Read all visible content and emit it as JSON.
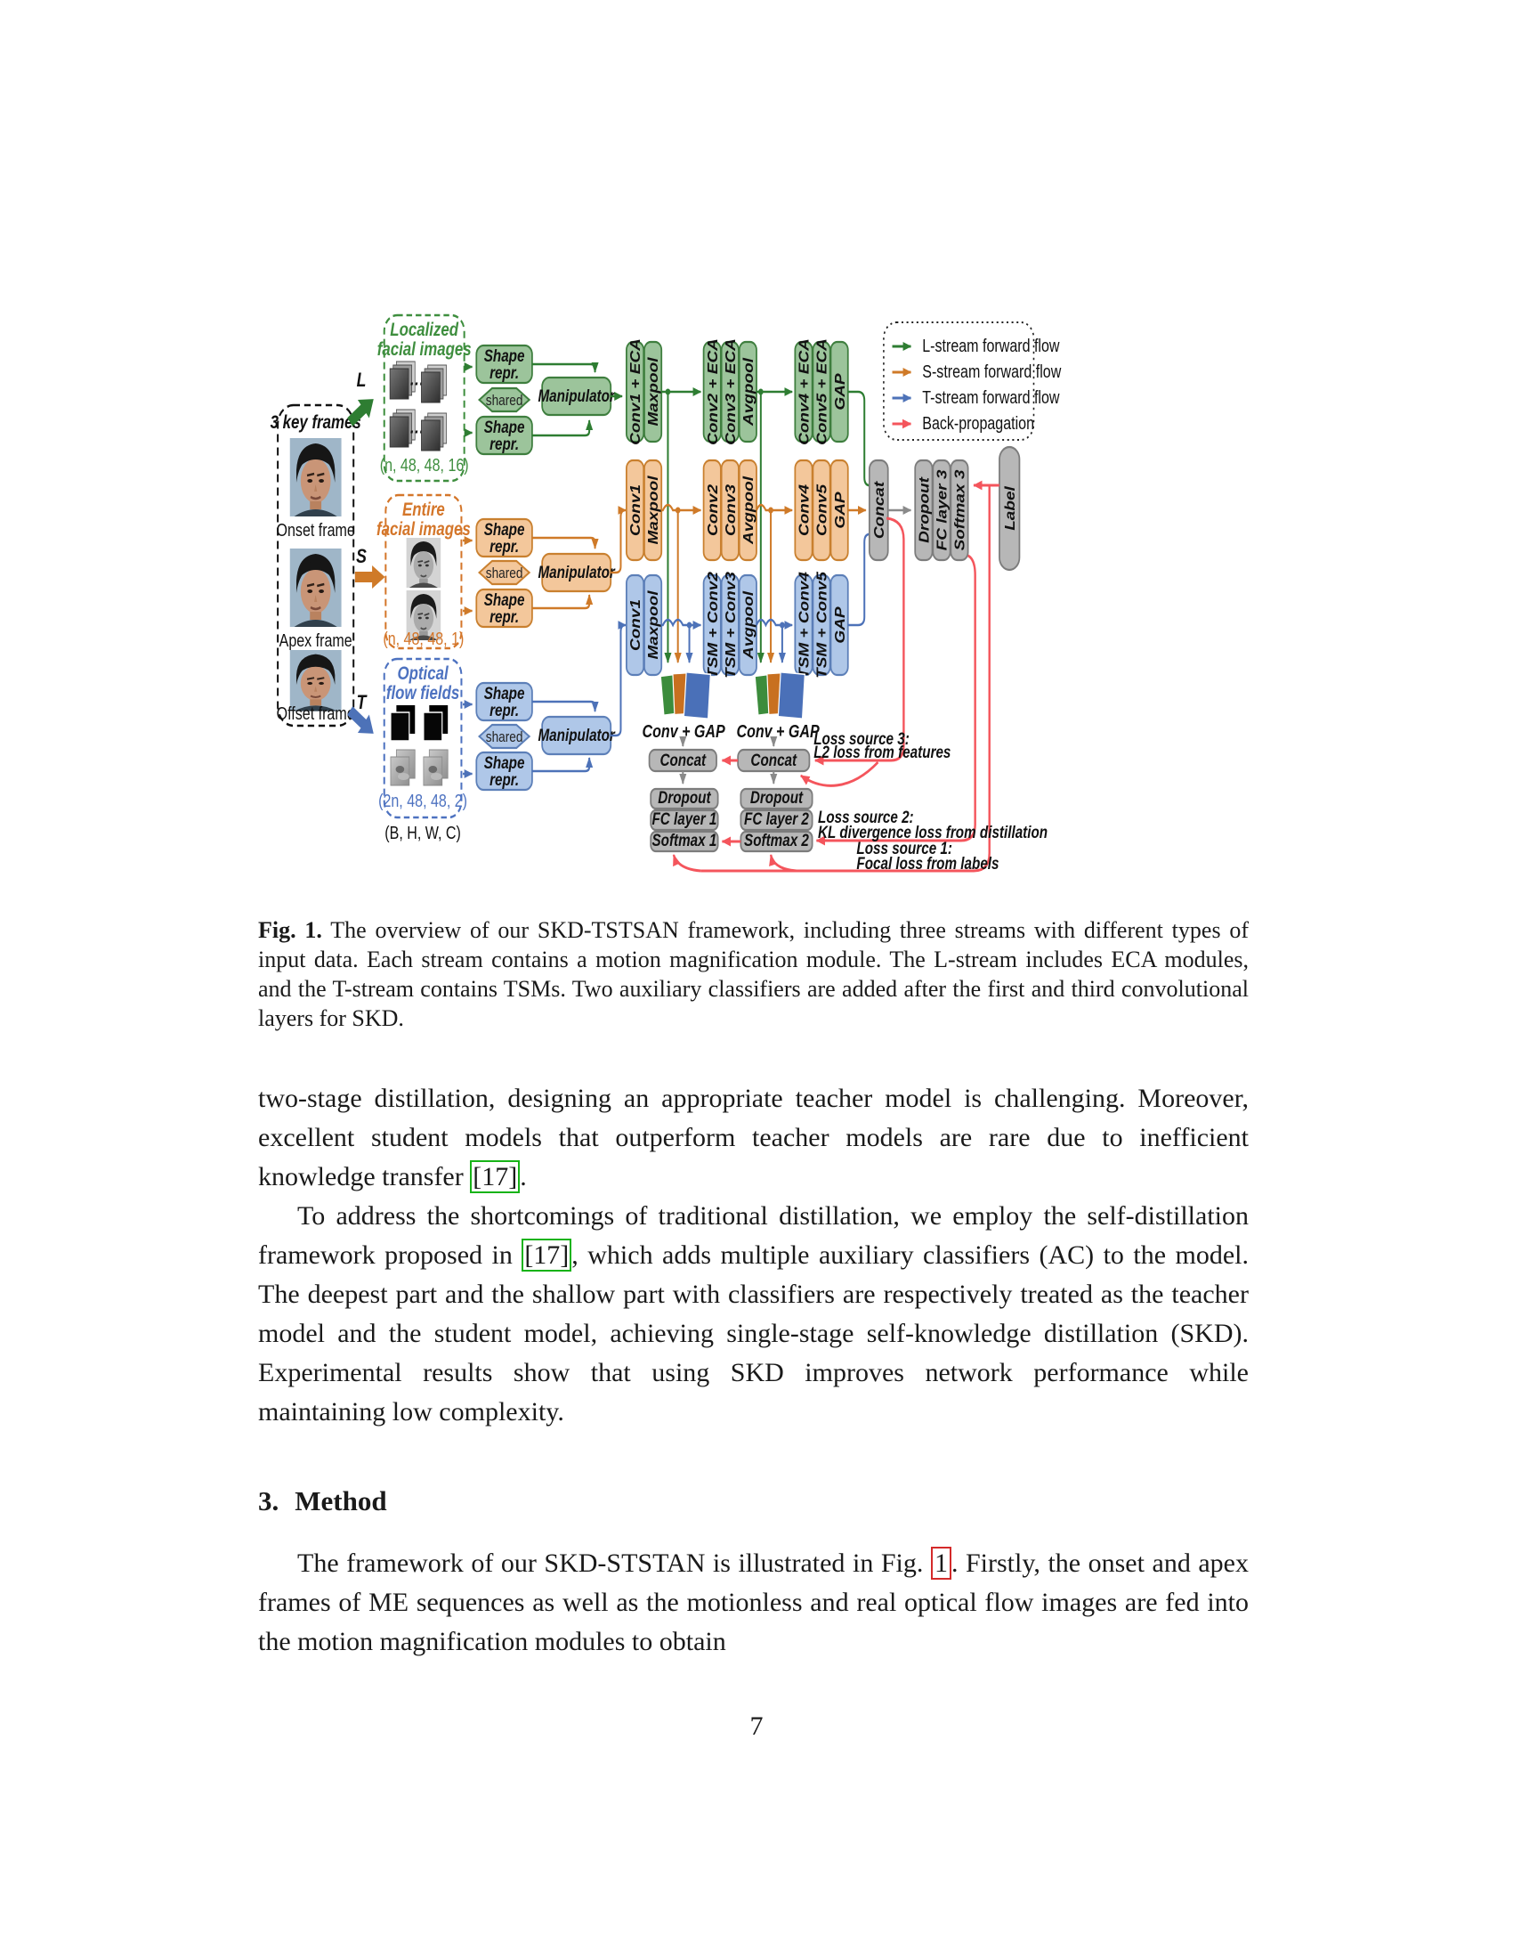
{
  "figure": {
    "keyframes": {
      "title": "3 key frames",
      "captions": [
        "Onset frame",
        "Apex frame",
        "Offset frame"
      ]
    },
    "streams": {
      "l": "L",
      "s": "S",
      "t": "T"
    },
    "localized": {
      "title1": "Localized",
      "title2": "facial images",
      "dims": "(n, 48, 48, 16)",
      "dots": "···"
    },
    "entire": {
      "title1": "Entire",
      "title2": "facial images",
      "dims": "(n, 48, 48, 1)"
    },
    "optical": {
      "title1": "Optical",
      "title2": "flow fields",
      "dims": "(2n, 48, 48, 2)"
    },
    "bhwc": "(B, H, W, C)",
    "shape1": "Shape",
    "shape2": "repr.",
    "shared": "shared",
    "manipulator": "Manipulator",
    "l_cols": [
      "Conv1 + ECA",
      "Maxpool",
      "Conv2 + ECA",
      "Conv3 + ECA",
      "Avgpool",
      "Conv4 + ECA",
      "Conv5 + ECA",
      "GAP"
    ],
    "s_cols": [
      "Conv1",
      "Maxpool",
      "Conv2",
      "Conv3",
      "Avgpool",
      "Conv4",
      "Conv5",
      "GAP"
    ],
    "t_cols": [
      "Conv1",
      "Maxpool",
      "TSM + Conv2",
      "TSM + Conv3",
      "Avgpool",
      "TSM + Conv4",
      "TSM + Conv5",
      "GAP"
    ],
    "concat": "Concat",
    "head": [
      "Dropout",
      "FC layer 3",
      "Softmax 3"
    ],
    "label": "Label",
    "conv_gap": "Conv + GAP",
    "ac1": [
      "Dropout",
      "FC layer 1",
      "Softmax 1"
    ],
    "ac2": [
      "Dropout",
      "FC layer 2",
      "Softmax 2"
    ],
    "loss3": {
      "l1": "Loss source 3:",
      "l2": "L2 loss from features"
    },
    "loss2": {
      "l1": "Loss source 2:",
      "l2": "KL divergence loss from distillation"
    },
    "loss1": {
      "l1": "Loss source 1:",
      "l2": "Focal loss from labels"
    },
    "legend": {
      "items": [
        "L-stream forward flow",
        "S-stream forward flow",
        "T-stream forward flow",
        "Back-propagation"
      ]
    },
    "colors": {
      "l": "#2e7d32",
      "s": "#cf7a28",
      "t": "#4d72b8",
      "back": "#f4555c"
    }
  },
  "caption": {
    "label": "Fig. 1.",
    "text": "The overview of our SKD-TSTSAN framework, including three streams with different types of input data. Each stream contains a motion magnification module. The L-stream includes ECA modules, and the T-stream contains TSMs. Two auxiliary classifiers are added after the first and third convolutional layers for SKD."
  },
  "body": {
    "p1_pre": "two-stage distillation, designing an appropriate teacher model is challenging. Moreover, excellent student models that outperform teacher models are rare due to inefficient knowledge transfer ",
    "p1_cite": "[17]",
    "p1_post": ".",
    "p2_pre": "To address the shortcomings of traditional distillation, we employ the self-distillation framework proposed in ",
    "p2_cite": "[17]",
    "p2_post": ", which adds multiple auxiliary classifiers (AC) to the model. The deepest part and the shallow part with classifiers are respectively treated as the teacher model and the student model, achieving single-stage self-knowledge distillation (SKD). Experimental results show that using SKD improves network performance while maintaining low complexity.",
    "p3_pre": "The framework of our SKD-STSTAN is illustrated in Fig. ",
    "p3_ref": "1",
    "p3_post": ". Firstly, the onset and apex frames of ME sequences as well as the motionless and real optical flow images are fed into the motion magnification modules to obtain"
  },
  "section": {
    "number": "3.",
    "title": "Method"
  },
  "page_number": "7"
}
